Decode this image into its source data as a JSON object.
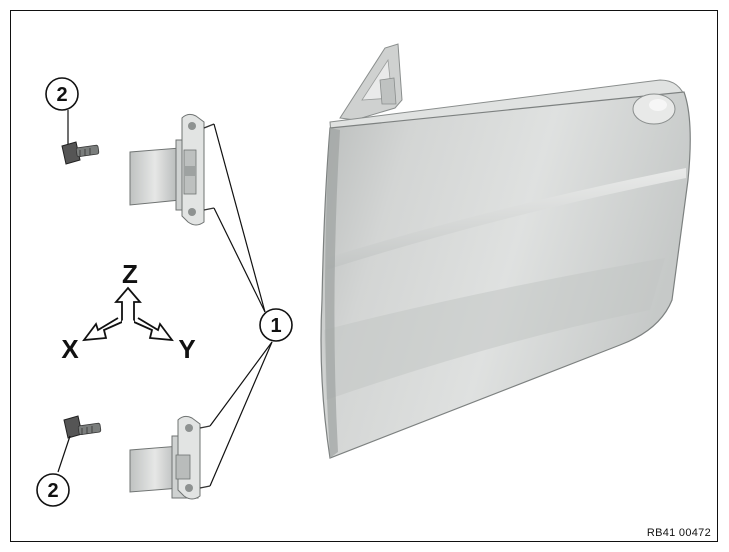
{
  "callouts": {
    "hinge_label": "1",
    "bolt_label": "2"
  },
  "axes": {
    "z_label": "Z",
    "x_label": "X",
    "y_label": "Y"
  },
  "reference_code": "RB41 00472",
  "colors": {
    "frame": "#111111",
    "door_light": "#e2e4e3",
    "door_mid": "#c9cccb",
    "door_dark": "#a8acab",
    "hinge": "#d9dbd9",
    "bolt": "#555555"
  }
}
